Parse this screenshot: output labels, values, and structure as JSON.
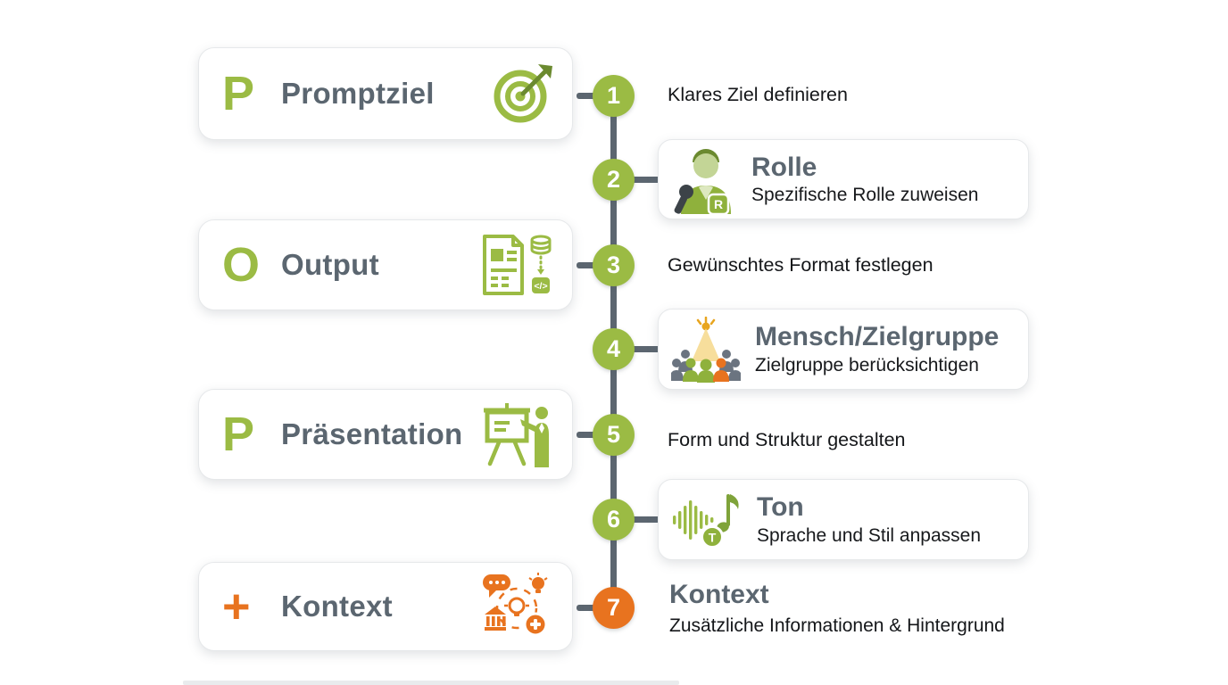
{
  "palette": {
    "green": "#9BBB44",
    "green_dark": "#6B8A2F",
    "green_light": "#C3D596",
    "orange": "#E8731F",
    "gold": "#E8A51F",
    "slate_title": "#5B6670",
    "text_dark": "#141619",
    "timeline_gray": "#5C6670",
    "card_background": "#FFFFFF"
  },
  "steps": [
    {
      "number": "1",
      "letter": "P",
      "title": "Promptziel",
      "icon": "target-icon",
      "description": "Klares Ziel definieren"
    },
    {
      "number": "2",
      "title": "Rolle",
      "subtitle": "Spezifische Rolle zuweisen",
      "icon": "presenter-microphone-icon",
      "badge_letter": "R"
    },
    {
      "number": "3",
      "letter": "O",
      "title": "Output",
      "icon": "document-output-icon",
      "description": "Gewünschtes Format festlegen"
    },
    {
      "number": "4",
      "title": "Mensch/Zielgruppe",
      "subtitle": "Zielgruppe berücksichtigen",
      "icon": "audience-spotlight-icon"
    },
    {
      "number": "5",
      "letter": "P",
      "title": "Präsentation",
      "icon": "presentation-board-icon",
      "description": "Form und Struktur gestalten"
    },
    {
      "number": "6",
      "title": "Ton",
      "subtitle": "Sprache und Stil anpassen",
      "icon": "soundwave-note-icon",
      "badge_letter": "T"
    },
    {
      "number": "7",
      "letter": "+",
      "title": "Kontext",
      "icon": "context-ideas-icon",
      "right_title": "Kontext",
      "description": "Zusätzliche Informationen & Hintergrund"
    }
  ]
}
